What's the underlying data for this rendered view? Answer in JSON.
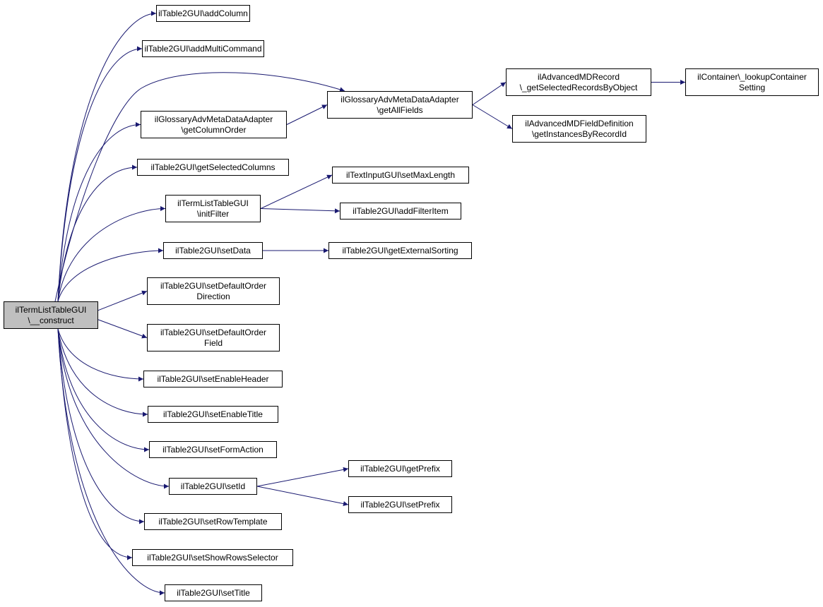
{
  "edge_color": "#191970",
  "root_fill": "#bfbfbf",
  "nodes": [
    {
      "id": "root",
      "lines": [
        "ilTermListTableGUI",
        "\\__construct"
      ]
    },
    {
      "id": "addColumn",
      "lines": [
        "ilTable2GUI\\addColumn"
      ]
    },
    {
      "id": "addMultiCommand",
      "lines": [
        "ilTable2GUI\\addMultiCommand"
      ]
    },
    {
      "id": "getColumnOrder",
      "lines": [
        "ilGlossaryAdvMetaDataAdapter",
        "\\getColumnOrder"
      ]
    },
    {
      "id": "getAllFields",
      "lines": [
        "ilGlossaryAdvMetaDataAdapter",
        "\\getAllFields"
      ]
    },
    {
      "id": "getSelectedRecordsByObject",
      "lines": [
        "ilAdvancedMDRecord",
        "\\_getSelectedRecordsByObject"
      ]
    },
    {
      "id": "lookupContainerSetting",
      "lines": [
        "ilContainer\\_lookupContainer",
        "Setting"
      ]
    },
    {
      "id": "getInstancesByRecordId",
      "lines": [
        "ilAdvancedMDFieldDefinition",
        "\\getInstancesByRecordId"
      ]
    },
    {
      "id": "getSelectedColumns",
      "lines": [
        "ilTable2GUI\\getSelectedColumns"
      ]
    },
    {
      "id": "initFilter",
      "lines": [
        "ilTermListTableGUI",
        "\\initFilter"
      ]
    },
    {
      "id": "setMaxLength",
      "lines": [
        "ilTextInputGUI\\setMaxLength"
      ]
    },
    {
      "id": "addFilterItem",
      "lines": [
        "ilTable2GUI\\addFilterItem"
      ]
    },
    {
      "id": "setData",
      "lines": [
        "ilTable2GUI\\setData"
      ]
    },
    {
      "id": "getExternalSorting",
      "lines": [
        "ilTable2GUI\\getExternalSorting"
      ]
    },
    {
      "id": "setDefaultOrderDirection",
      "lines": [
        "ilTable2GUI\\setDefaultOrder",
        "Direction"
      ]
    },
    {
      "id": "setDefaultOrderField",
      "lines": [
        "ilTable2GUI\\setDefaultOrder",
        "Field"
      ]
    },
    {
      "id": "setEnableHeader",
      "lines": [
        "ilTable2GUI\\setEnableHeader"
      ]
    },
    {
      "id": "setEnableTitle",
      "lines": [
        "ilTable2GUI\\setEnableTitle"
      ]
    },
    {
      "id": "setFormAction",
      "lines": [
        "ilTable2GUI\\setFormAction"
      ]
    },
    {
      "id": "setId",
      "lines": [
        "ilTable2GUI\\setId"
      ]
    },
    {
      "id": "getPrefix",
      "lines": [
        "ilTable2GUI\\getPrefix"
      ]
    },
    {
      "id": "setPrefix",
      "lines": [
        "ilTable2GUI\\setPrefix"
      ]
    },
    {
      "id": "setRowTemplate",
      "lines": [
        "ilTable2GUI\\setRowTemplate"
      ]
    },
    {
      "id": "setShowRowsSelector",
      "lines": [
        "ilTable2GUI\\setShowRowsSelector"
      ]
    },
    {
      "id": "setTitle",
      "lines": [
        "ilTable2GUI\\setTitle"
      ]
    }
  ],
  "edges": [
    [
      "root",
      "addColumn"
    ],
    [
      "root",
      "addMultiCommand"
    ],
    [
      "root",
      "getAllFields"
    ],
    [
      "root",
      "getColumnOrder"
    ],
    [
      "root",
      "getSelectedColumns"
    ],
    [
      "root",
      "initFilter"
    ],
    [
      "root",
      "setData"
    ],
    [
      "root",
      "setDefaultOrderDirection"
    ],
    [
      "root",
      "setDefaultOrderField"
    ],
    [
      "root",
      "setEnableHeader"
    ],
    [
      "root",
      "setEnableTitle"
    ],
    [
      "root",
      "setFormAction"
    ],
    [
      "root",
      "setId"
    ],
    [
      "root",
      "setRowTemplate"
    ],
    [
      "root",
      "setShowRowsSelector"
    ],
    [
      "root",
      "setTitle"
    ],
    [
      "getColumnOrder",
      "getAllFields"
    ],
    [
      "getAllFields",
      "getSelectedRecordsByObject"
    ],
    [
      "getAllFields",
      "getInstancesByRecordId"
    ],
    [
      "getSelectedRecordsByObject",
      "lookupContainerSetting"
    ],
    [
      "initFilter",
      "setMaxLength"
    ],
    [
      "initFilter",
      "addFilterItem"
    ],
    [
      "setData",
      "getExternalSorting"
    ],
    [
      "setId",
      "getPrefix"
    ],
    [
      "setId",
      "setPrefix"
    ]
  ]
}
